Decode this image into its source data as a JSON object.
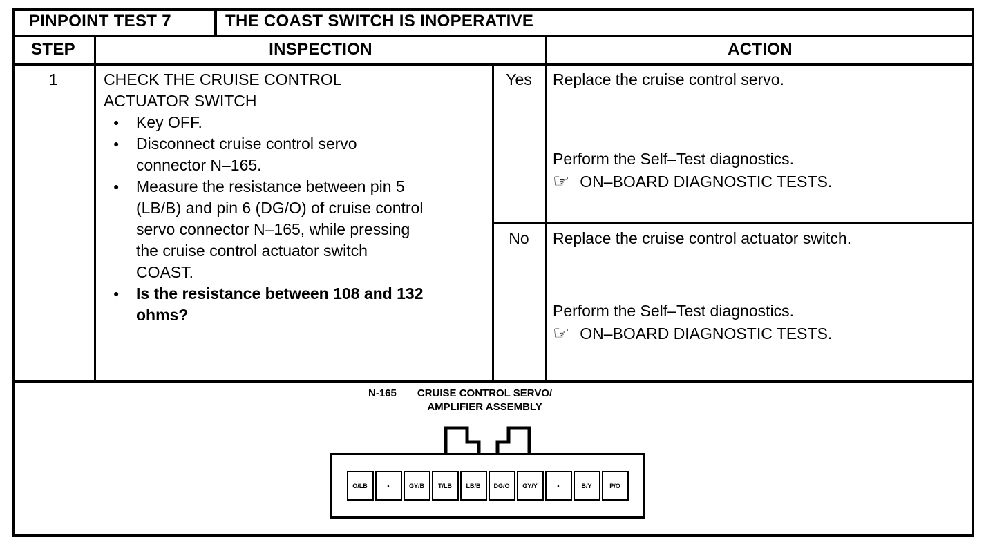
{
  "header": {
    "test_label": "PINPOINT TEST 7",
    "test_title": "THE COAST SWITCH IS INOPERATIVE"
  },
  "columns": {
    "step": "STEP",
    "inspection": "INSPECTION",
    "action": "ACTION"
  },
  "step": {
    "number": "1",
    "inspection_heading": "CHECK THE CRUISE CONTROL ACTUATOR SWITCH",
    "bullets": [
      {
        "text": "Key OFF.",
        "style": "normal"
      },
      {
        "text": "Disconnect cruise control servo connector N–165.",
        "style": "normal"
      },
      {
        "text": "Measure the resistance between pin 5 (LB/B) and pin 6 (DG/O) of cruise control servo connector N–165, while pressing the cruise control actuator switch COAST.",
        "style": "normal"
      },
      {
        "text": "Is the resistance between 108 and 132 ohms?",
        "style": "bold"
      }
    ],
    "outcomes": [
      {
        "answer": "Yes",
        "primary": "Replace the cruise control servo.",
        "followup": "Perform the Self–Test diagnostics.",
        "reference": "ON–BOARD DIAGNOSTIC TESTS."
      },
      {
        "answer": "No",
        "primary": "Replace the cruise control actuator switch.",
        "followup": "Perform the Self–Test diagnostics.",
        "reference": "ON–BOARD DIAGNOSTIC TESTS."
      }
    ]
  },
  "icons": {
    "bullet": "●",
    "reference_pointer": "☞"
  },
  "diagram": {
    "connector_id": "N-165",
    "connector_name_line1": "CRUISE CONTROL SERVO/",
    "connector_name_line2": "AMPLIFIER ASSEMBLY",
    "pins": [
      {
        "label": "O/LB"
      },
      {
        "label": "•"
      },
      {
        "label": "GY/B"
      },
      {
        "label": "T/LB"
      },
      {
        "label": "LB/B"
      },
      {
        "label": "DG/O"
      },
      {
        "label": "GY/Y"
      },
      {
        "label": "•"
      },
      {
        "label": "B/Y"
      },
      {
        "label": "P/O"
      }
    ]
  },
  "colors": {
    "ink": "#000000",
    "paper": "#ffffff"
  }
}
